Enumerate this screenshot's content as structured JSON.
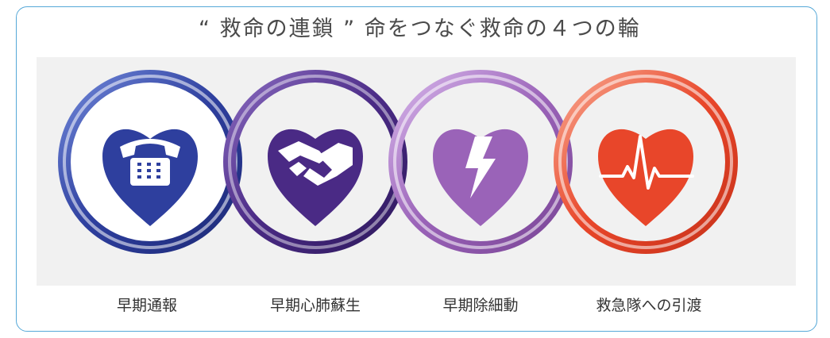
{
  "title": "“ 救命の連鎖 ” 命をつなぐ救命の４つの輪",
  "colors": {
    "border": "#55a8d8",
    "ring1": "#2e3f9e",
    "ring2": "#4a2a85",
    "ring3": "#9a63b8",
    "ring4": "#e8462a"
  },
  "rings": [
    {
      "label": "早期通報",
      "icon": "telephone-icon"
    },
    {
      "label": "早期心肺蘇生",
      "icon": "handshake-icon"
    },
    {
      "label": "早期除細動",
      "icon": "lightning-bolt-icon"
    },
    {
      "label": "救急隊への引渡",
      "icon": "heartbeat-icon"
    }
  ]
}
